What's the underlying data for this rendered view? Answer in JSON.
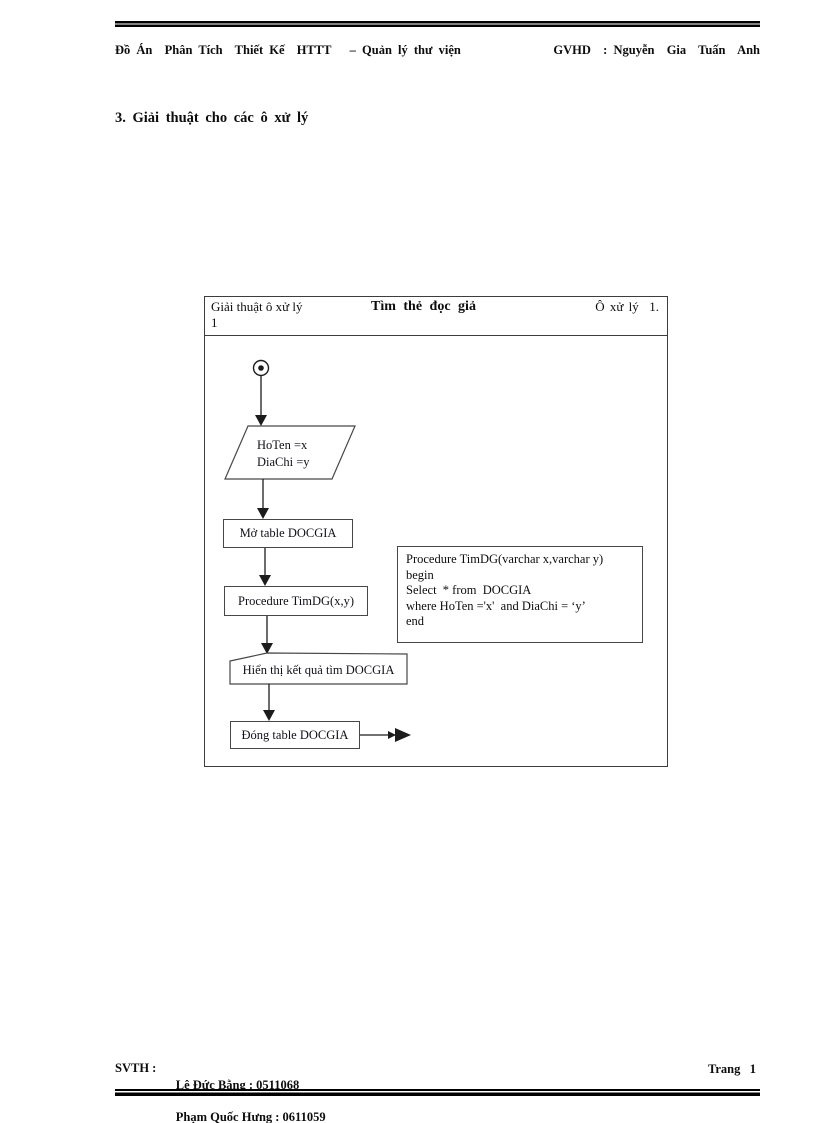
{
  "header": {
    "left": "Đồ Án  Phân Tích  Thiết Kế  HTTT   – Quản lý thư viện",
    "right": "GVHD  : Nguyễn  Gia  Tuấn  Anh"
  },
  "heading": "3. Giải thuật cho các ô xử lý",
  "flowchart": {
    "title_left_line1": "Giải thuật  ô xử lý",
    "title_left_line2": "1",
    "title_center": "Tìm thẻ đọc giả",
    "title_right": "Ô xử lý  1.",
    "input_line1": "HoTen =x",
    "input_line2": "DiaChi =y",
    "open_table": "Mở table DOCGIA",
    "procedure_call": "Procedure TimDG(x,y)",
    "display_result": "Hiển thị kết quả tìm DOCGIA",
    "close_table": "Đóng table DOCGIA",
    "code": [
      "Procedure TimDG(varchar x,varchar y)",
      "begin",
      "Select  * from  DOCGIA",
      "where HoTen ='x'  and DiaChi = ‘y’",
      "end"
    ],
    "icons": {
      "start": "start-circle-icon",
      "end": "end-arrow-icon"
    }
  },
  "footer": {
    "svth_label": "SVTH :",
    "member1": "Lê Đức Bằng : 0511068",
    "member2": "Phạm Quốc Hưng : 0611059",
    "page_label": "Trang   1"
  },
  "colors": {
    "ink": "#0d0d0d",
    "border": "#3d3d3d"
  }
}
